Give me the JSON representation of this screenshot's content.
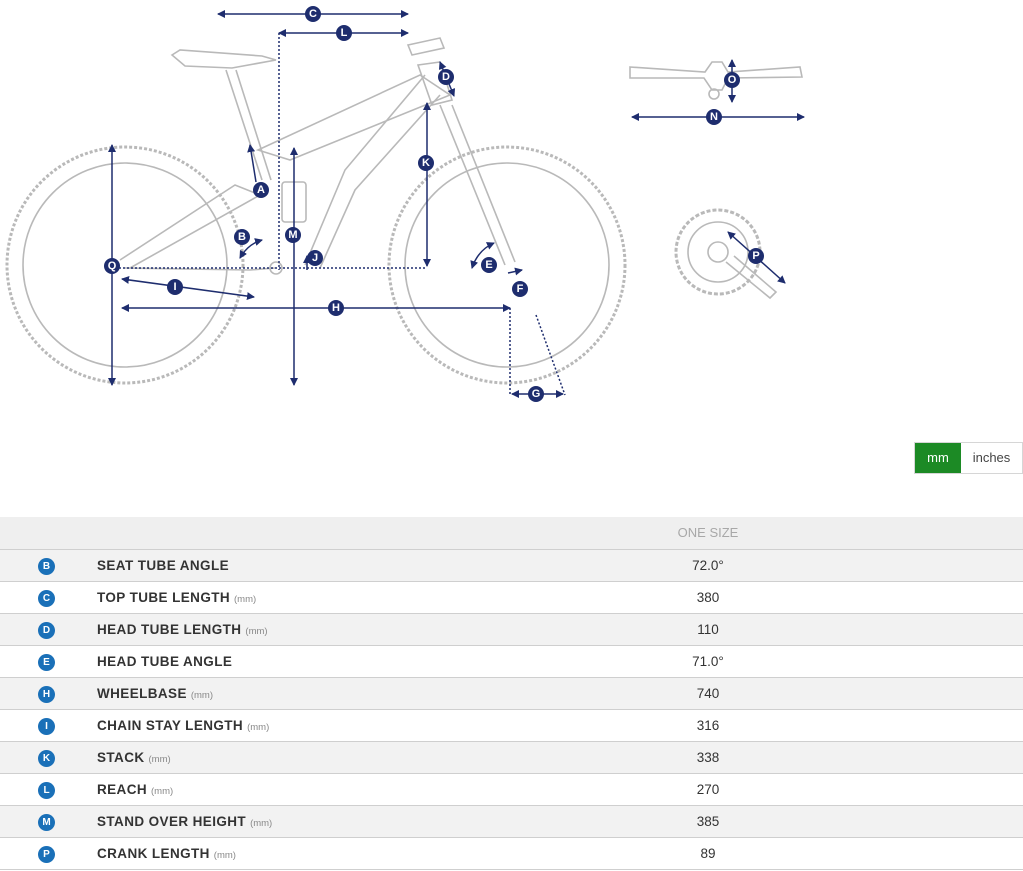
{
  "colors": {
    "accent_green": "#1c8a25",
    "badge_blue": "#1a70b8",
    "measure_navy": "#1e2d6e",
    "frame_gray": "#b9b9b9"
  },
  "diagram": {
    "labels": [
      "A",
      "B",
      "C",
      "D",
      "E",
      "F",
      "G",
      "H",
      "I",
      "J",
      "K",
      "L",
      "M",
      "N",
      "O",
      "P",
      "Q"
    ]
  },
  "unit_toggle": {
    "mm": "mm",
    "inches": "inches"
  },
  "table": {
    "size_header": "ONE SIZE",
    "rows": [
      {
        "letter": "B",
        "name": "SEAT TUBE ANGLE",
        "unit": "",
        "value": "72.0°"
      },
      {
        "letter": "C",
        "name": "TOP TUBE LENGTH",
        "unit": "(mm)",
        "value": "380"
      },
      {
        "letter": "D",
        "name": "HEAD TUBE LENGTH",
        "unit": "(mm)",
        "value": "110"
      },
      {
        "letter": "E",
        "name": "HEAD TUBE ANGLE",
        "unit": "",
        "value": "71.0°"
      },
      {
        "letter": "H",
        "name": "WHEELBASE",
        "unit": "(mm)",
        "value": "740"
      },
      {
        "letter": "I",
        "name": "CHAIN STAY LENGTH",
        "unit": "(mm)",
        "value": "316"
      },
      {
        "letter": "K",
        "name": "STACK",
        "unit": "(mm)",
        "value": "338"
      },
      {
        "letter": "L",
        "name": "REACH",
        "unit": "(mm)",
        "value": "270"
      },
      {
        "letter": "M",
        "name": "STAND OVER HEIGHT",
        "unit": "(mm)",
        "value": "385"
      },
      {
        "letter": "P",
        "name": "CRANK LENGTH",
        "unit": "(mm)",
        "value": "89"
      }
    ]
  }
}
